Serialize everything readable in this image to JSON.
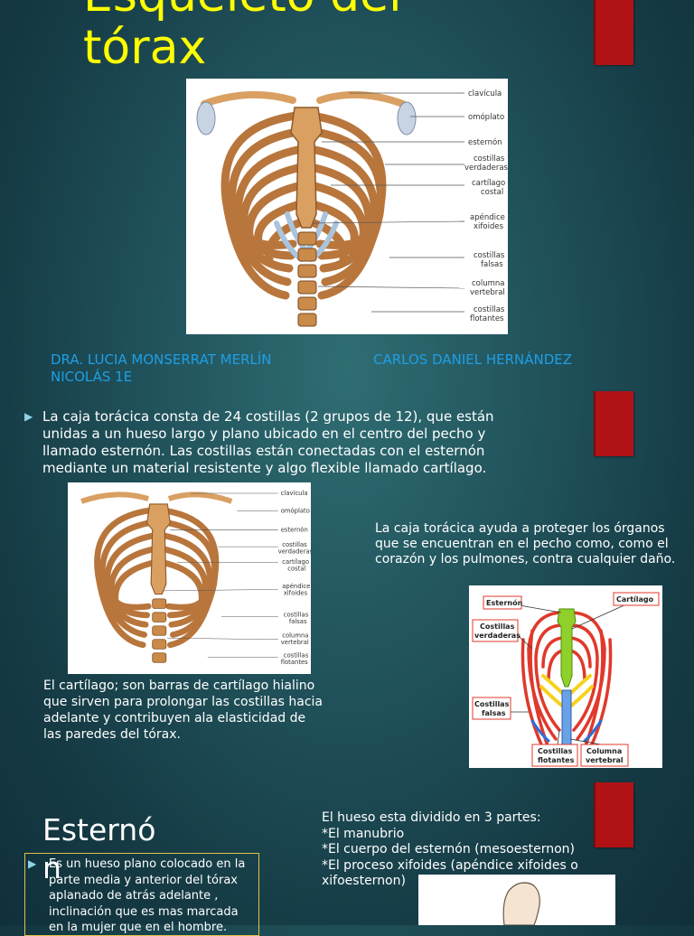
{
  "slide1": {
    "title_line1": "Esqueleto del",
    "title_line2": "tórax",
    "figure_labels": [
      "clavícula",
      "omóplato",
      "esternón",
      "costillas verdaderas",
      "cartílago costal",
      "apéndice xifoides",
      "costillas falsas",
      "columna vertebral",
      "costillas flotantes"
    ],
    "author1_line1": "DRA. LUCIA MONSERRAT MERLÍN",
    "author1_line2": "NICOLÁS 1E",
    "author2": "CARLOS DANIEL HERNÁNDEZ"
  },
  "slide2": {
    "bullet_text": "La  caja torácica consta de 24 costillas (2 grupos de 12), que están unidas a un hueso largo y plano ubicado en el centro del pecho y llamado esternón. Las costillas están conectadas con el esternón mediante un material resistente y algo flexible llamado cartílago.",
    "protect_text": "La caja torácica ayuda a proteger los órganos que se encuentran en el pecho como, como el corazón  y los pulmones, contra cualquier daño.",
    "cartilage_text": "El cartílago; son barras de cartílago hialino que sirven para prolongar las costillas hacia adelante y contribuyen ala elasticidad de las paredes del tórax.",
    "colored_labels": {
      "esternon": "Esternón",
      "cartilago": "Cartílago",
      "verdaderas_1": "Costillas",
      "verdaderas_2": "verdaderas",
      "falsas_1": "Costillas",
      "falsas_2": "falsas",
      "flotantes_1": "Costillas",
      "flotantes_2": "flotantes",
      "columna_1": "Columna",
      "columna_2": "vertebral"
    }
  },
  "slide3": {
    "heading_line1": "Esternó",
    "heading_line2": "n",
    "box_text": "Es un hueso plano colocado en la parte media y anterior del tórax aplanado de atrás adelante , inclinación que es mas marcada en la mujer que en el hombre.",
    "parts_intro": "El hueso esta dividido en 3 partes:",
    "part1": "*El manubrio",
    "part2": "*El cuerpo del esternón (mesoesternon)",
    "part3": "*El proceso xifoides (apéndice xifoides o xifoesternon)"
  },
  "colors": {
    "title": "#ffff00",
    "accent_bar": "#b11216",
    "author": "#1e9fe6",
    "bone": "#c98a4a",
    "cartilage": "#a9c4dc"
  }
}
